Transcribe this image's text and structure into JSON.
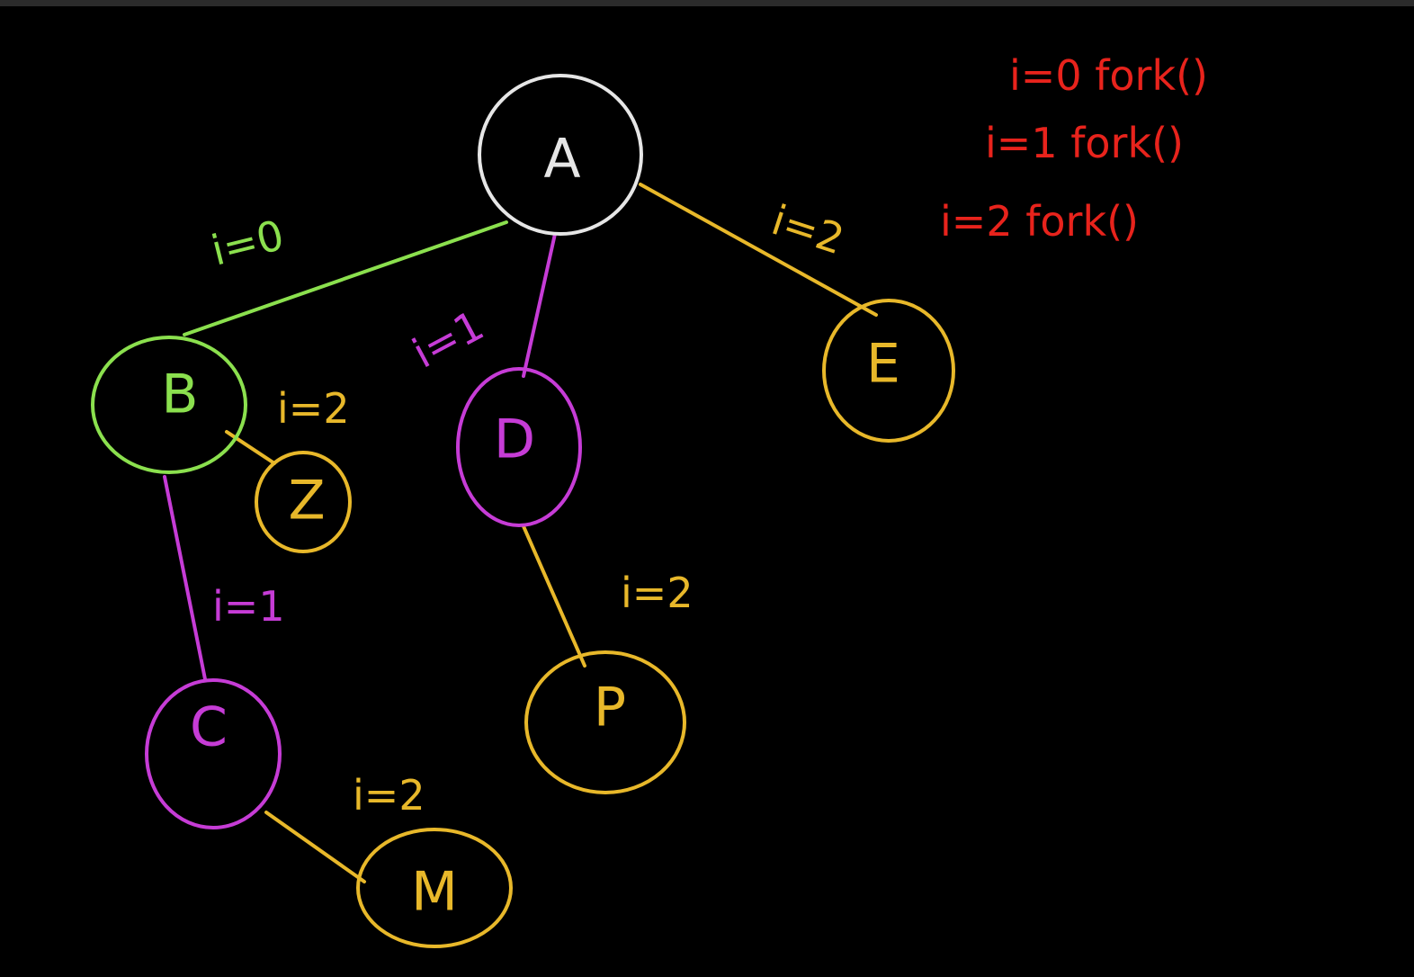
{
  "nodes": {
    "A": {
      "label": "A",
      "color": "#e6e6e6"
    },
    "B": {
      "label": "B",
      "color": "#8be04e"
    },
    "C": {
      "label": "C",
      "color": "#c63cd6"
    },
    "D": {
      "label": "D",
      "color": "#c63cd6"
    },
    "E": {
      "label": "E",
      "color": "#e8b82a"
    },
    "Z": {
      "label": "Z",
      "color": "#e8b82a"
    },
    "P": {
      "label": "P",
      "color": "#e8b82a"
    },
    "M": {
      "label": "M",
      "color": "#e8b82a"
    }
  },
  "edges": {
    "a_b": {
      "label": "i=0",
      "color": "#8be04e"
    },
    "a_d": {
      "label": "i=1",
      "color": "#c63cd6"
    },
    "a_e": {
      "label": "i=2",
      "color": "#e8b82a"
    },
    "b_z": {
      "label": "i=2",
      "color": "#e8b82a"
    },
    "b_c": {
      "label": "i=1",
      "color": "#c63cd6"
    },
    "d_p": {
      "label": "i=2",
      "color": "#e8b82a"
    },
    "c_m": {
      "label": "i=2",
      "color": "#e8b82a"
    }
  },
  "notes": {
    "color": "#e8231c",
    "lines": [
      "i=0 fork()",
      "i=1 fork()",
      "i=2 fork()"
    ]
  }
}
